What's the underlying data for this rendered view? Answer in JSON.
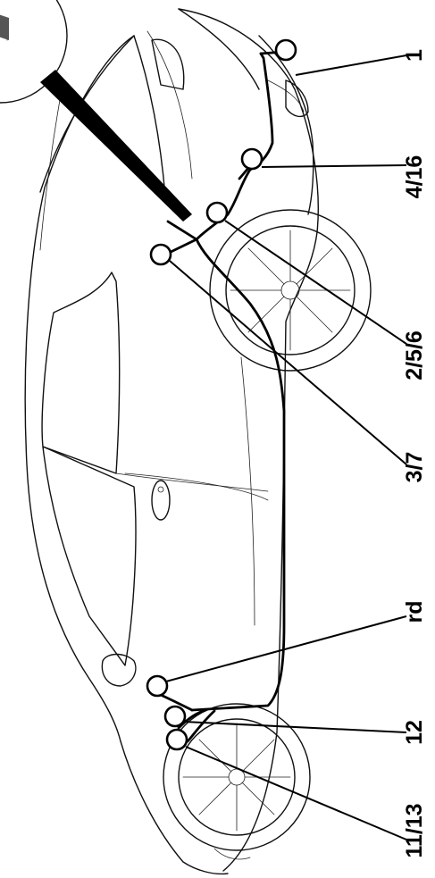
{
  "diagram": {
    "callouts": [
      {
        "id": "c1",
        "label": "1"
      },
      {
        "id": "c2",
        "label": "4/16"
      },
      {
        "id": "c3",
        "label": "2/5/6"
      },
      {
        "id": "c4",
        "label": "3/7"
      },
      {
        "id": "c5",
        "label": "rd"
      },
      {
        "id": "c6",
        "label": "12"
      },
      {
        "id": "c7",
        "label": "11/13"
      }
    ]
  },
  "colors": {
    "line": "#000000",
    "background": "#ffffff"
  }
}
